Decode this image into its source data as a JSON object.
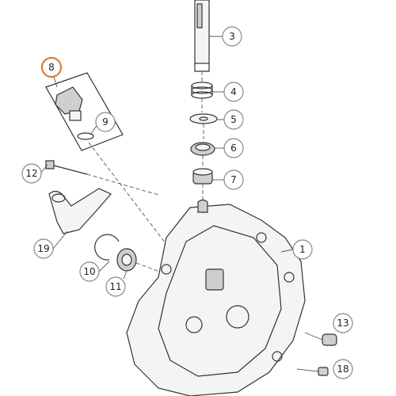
{
  "callouts": [
    {
      "id": "1",
      "label": "1",
      "highlight": false
    },
    {
      "id": "3",
      "label": "3",
      "highlight": false
    },
    {
      "id": "4",
      "label": "4",
      "highlight": false
    },
    {
      "id": "5",
      "label": "5",
      "highlight": false
    },
    {
      "id": "6",
      "label": "6",
      "highlight": false
    },
    {
      "id": "7",
      "label": "7",
      "highlight": false
    },
    {
      "id": "8",
      "label": "8",
      "highlight": true
    },
    {
      "id": "9",
      "label": "9",
      "highlight": false
    },
    {
      "id": "10",
      "label": "10",
      "highlight": false
    },
    {
      "id": "11",
      "label": "11",
      "highlight": false
    },
    {
      "id": "12",
      "label": "12",
      "highlight": false
    },
    {
      "id": "13",
      "label": "13",
      "highlight": false
    },
    {
      "id": "18",
      "label": "18",
      "highlight": false
    },
    {
      "id": "19",
      "label": "19",
      "highlight": false
    }
  ],
  "colors": {
    "highlight": "#e07a2f",
    "callout_border": "#888888",
    "line": "#333333"
  }
}
